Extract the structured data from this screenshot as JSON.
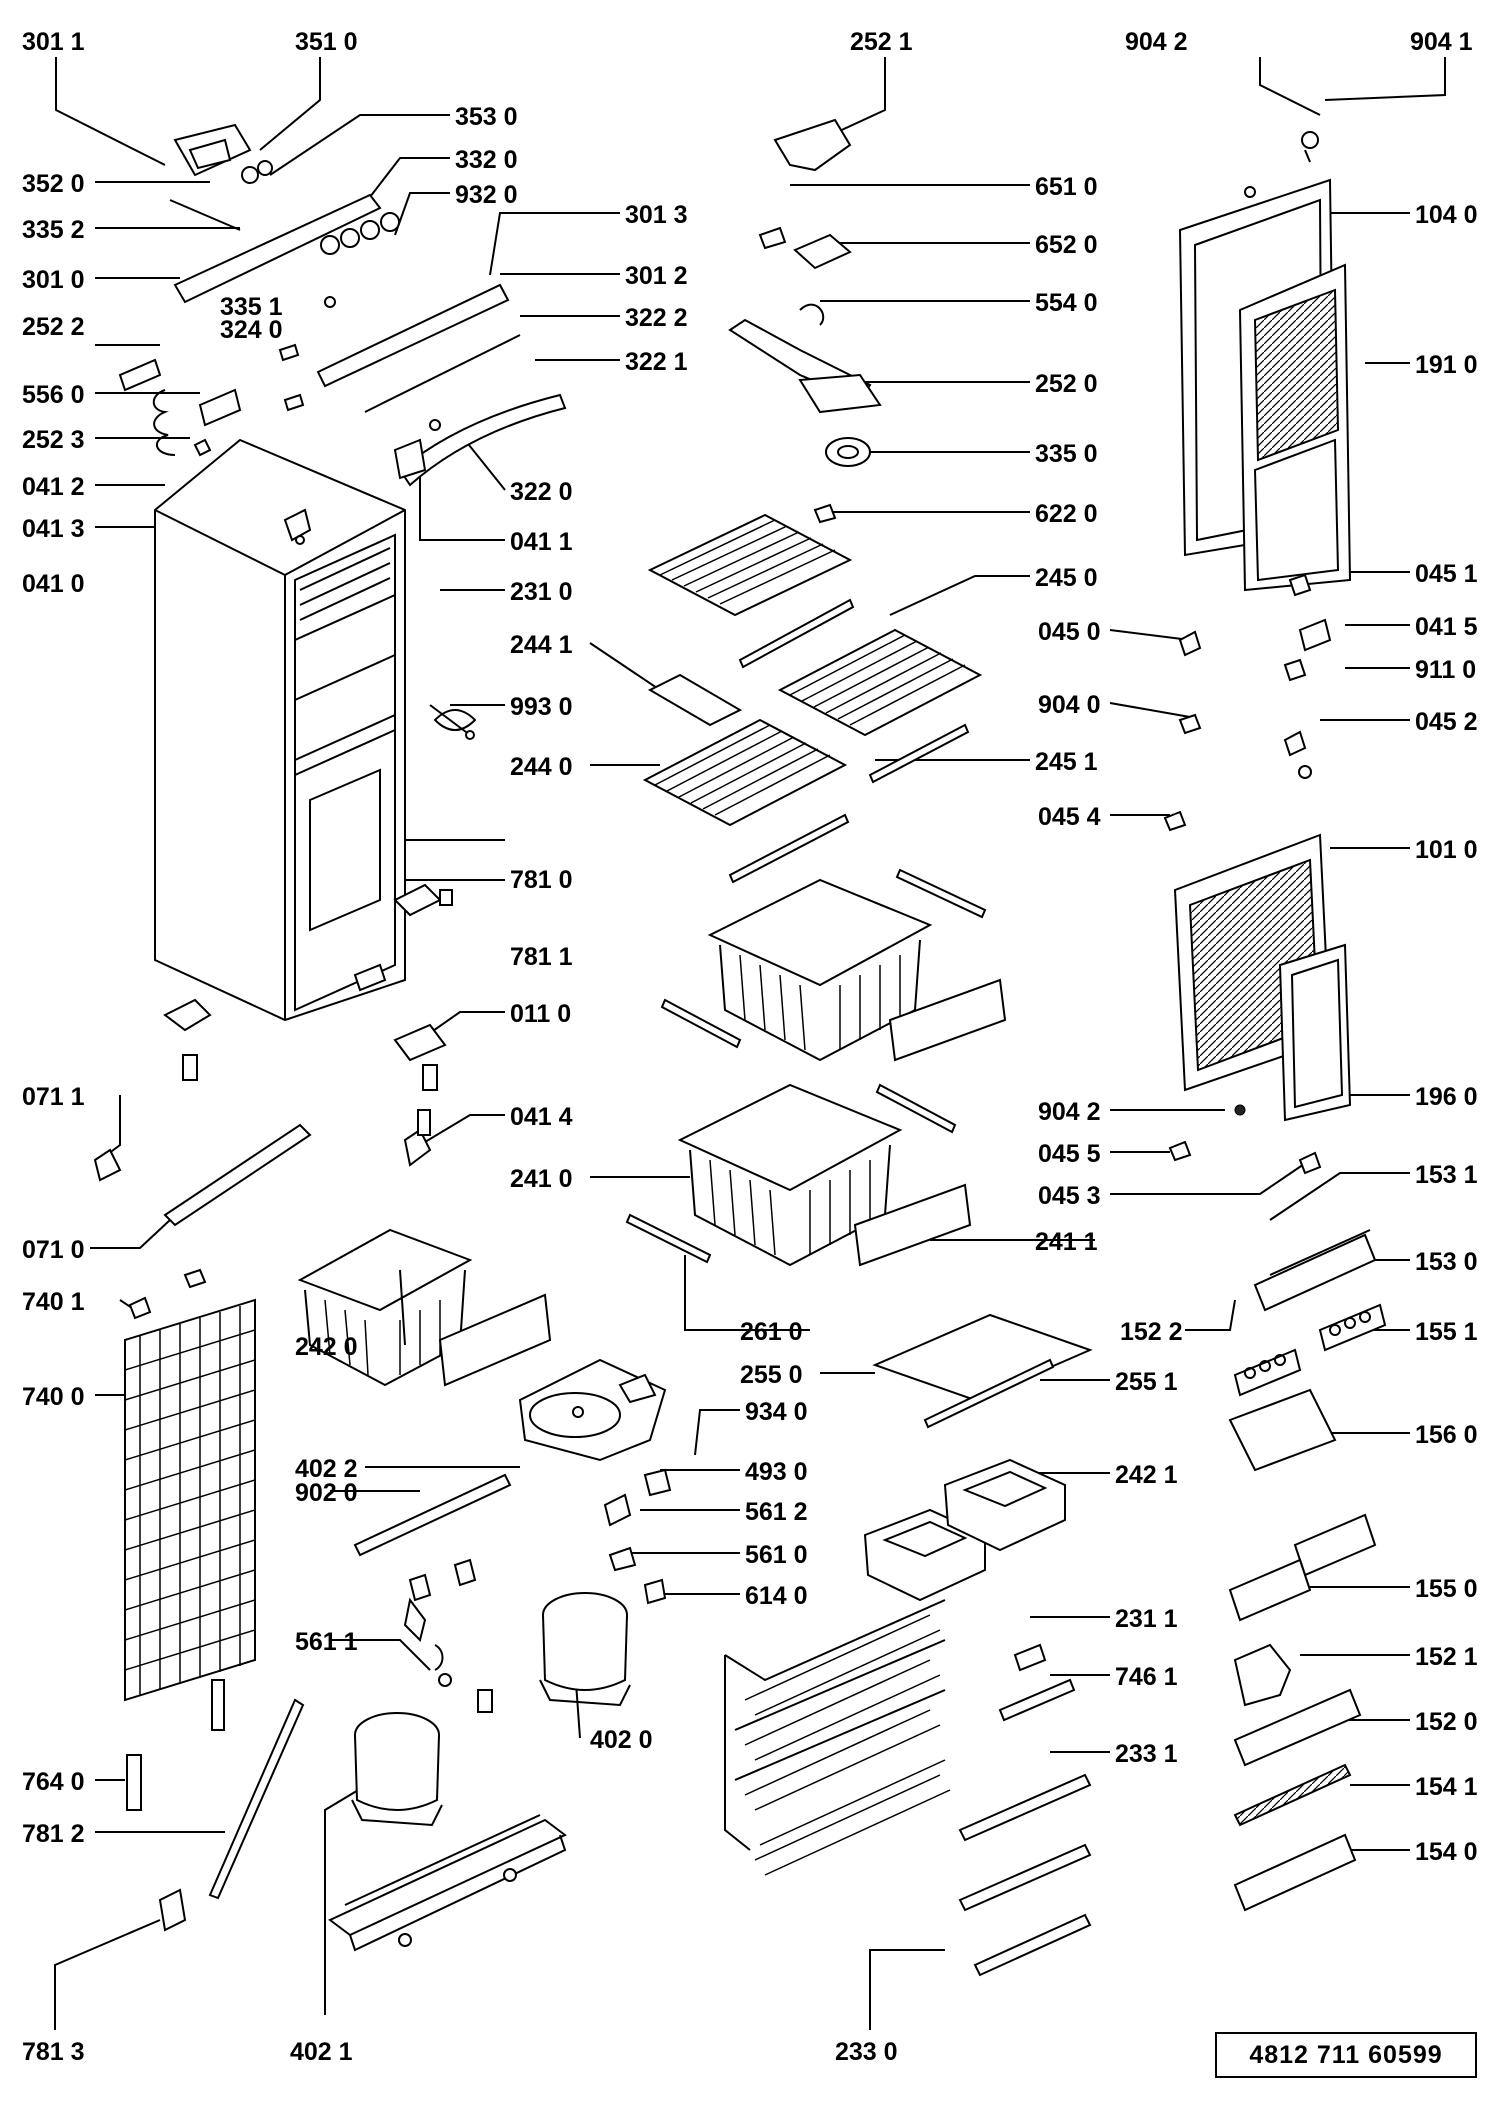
{
  "labels": {
    "l3011": "301 1",
    "l3510": "351 0",
    "l3530": "353 0",
    "l3320": "332 0",
    "l3520": "352 0",
    "l9320": "932 0",
    "l3352": "335 2",
    "l3010": "301 0",
    "l3351": "335 1",
    "l3240": "324 0",
    "l2522": "252 2",
    "l5560": "556 0",
    "l2523": "252 3",
    "l0412": "041 2",
    "l0413": "041 3",
    "l0410": "041 0",
    "l3013": "301 3",
    "l3012": "301 2",
    "l3222": "322 2",
    "l3221": "322 1",
    "l3220": "322 0",
    "l0411": "041 1",
    "l2310": "231 0",
    "l9930": "993 0",
    "l7810": "781 0",
    "l7811": "781 1",
    "l0110": "011 0",
    "l0414": "041 4",
    "l0711": "071 1",
    "l0710": "071 0",
    "l7401": "740 1",
    "l7400": "740 0",
    "l7640": "764 0",
    "l7812": "781 2",
    "l7813": "781 3",
    "l2521": "252 1",
    "l6510": "651 0",
    "l6520": "652 0",
    "l5540": "554 0",
    "l2520": "252 0",
    "l3350": "335 0",
    "l6220": "622 0",
    "l2450": "245 0",
    "l2441": "244 1",
    "l2440": "244 0",
    "l2451": "245 1",
    "l2410": "241 0",
    "l2411": "241 1",
    "l2420": "242 0",
    "l2610": "261 0",
    "l2550": "255 0",
    "l2551": "255 1",
    "l4022": "402 2",
    "l9340": "934 0",
    "l4930": "493 0",
    "l9020": "902 0",
    "l5612": "561 2",
    "l5610": "561 0",
    "l6140": "614 0",
    "l5611": "561 1",
    "l4020": "402 0",
    "l4021": "402 1",
    "l2421": "242 1",
    "l2311": "231 1",
    "l7461": "746 1",
    "l2331": "233 1",
    "l2330": "233 0",
    "l9042a": "904 2",
    "l9041": "904 1",
    "l1040": "104 0",
    "l1910": "191 0",
    "l0451": "045 1",
    "l0450": "045 0",
    "l0415": "041 5",
    "l9110": "911 0",
    "l9040": "904 0",
    "l0452": "045 2",
    "l0454": "045 4",
    "l1010": "101 0",
    "l9042b": "904 2",
    "l1960": "196 0",
    "l0455": "045 5",
    "l0453": "045 3",
    "l1531": "153 1",
    "l1530": "153 0",
    "l1522": "152 2",
    "l1551": "155 1",
    "l1560": "156 0",
    "l1550": "155 0",
    "l1521": "152 1",
    "l1520": "152 0",
    "l1541": "154 1",
    "l1540": "154 0"
  },
  "doc_number": "4812   711   60599"
}
